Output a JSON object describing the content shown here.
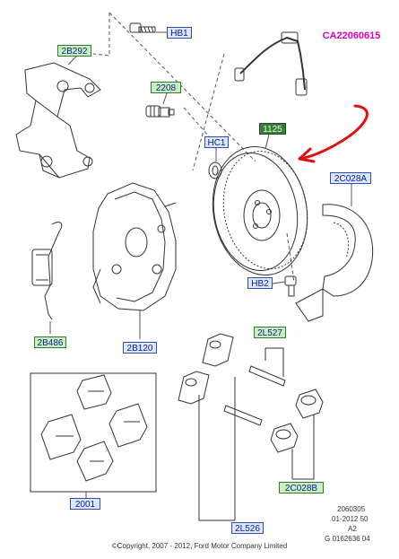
{
  "labels": {
    "hb1": "HB1",
    "ca_code": "CA22060615",
    "caliper_bracket": "2B292",
    "bleed_valve": "2208",
    "part_1125": "1125",
    "hc1": "HC1",
    "shield": "2C028A",
    "spring_clip": "2B486",
    "caliper": "2B120",
    "hb2": "HB2",
    "guide_pin_kit": "2L527",
    "pad_set": "2001",
    "boot_kit": "2C028B",
    "pin_set": "2L526"
  },
  "footer": {
    "line1": "2060305",
    "line2": "01-2012 50",
    "line3": "A2",
    "line4": "G 0162636 04",
    "copyright": "©Copyright, 2007 - 2012, Ford Motor Company Limited"
  },
  "colors": {
    "line": "#333333",
    "label_green_fill": "#c9efc0",
    "label_blue_fill": "#dbe7ff",
    "label_text": "#0a1a8a",
    "highlight_arrow": "#e01010",
    "ca_code": "#e000d0"
  }
}
